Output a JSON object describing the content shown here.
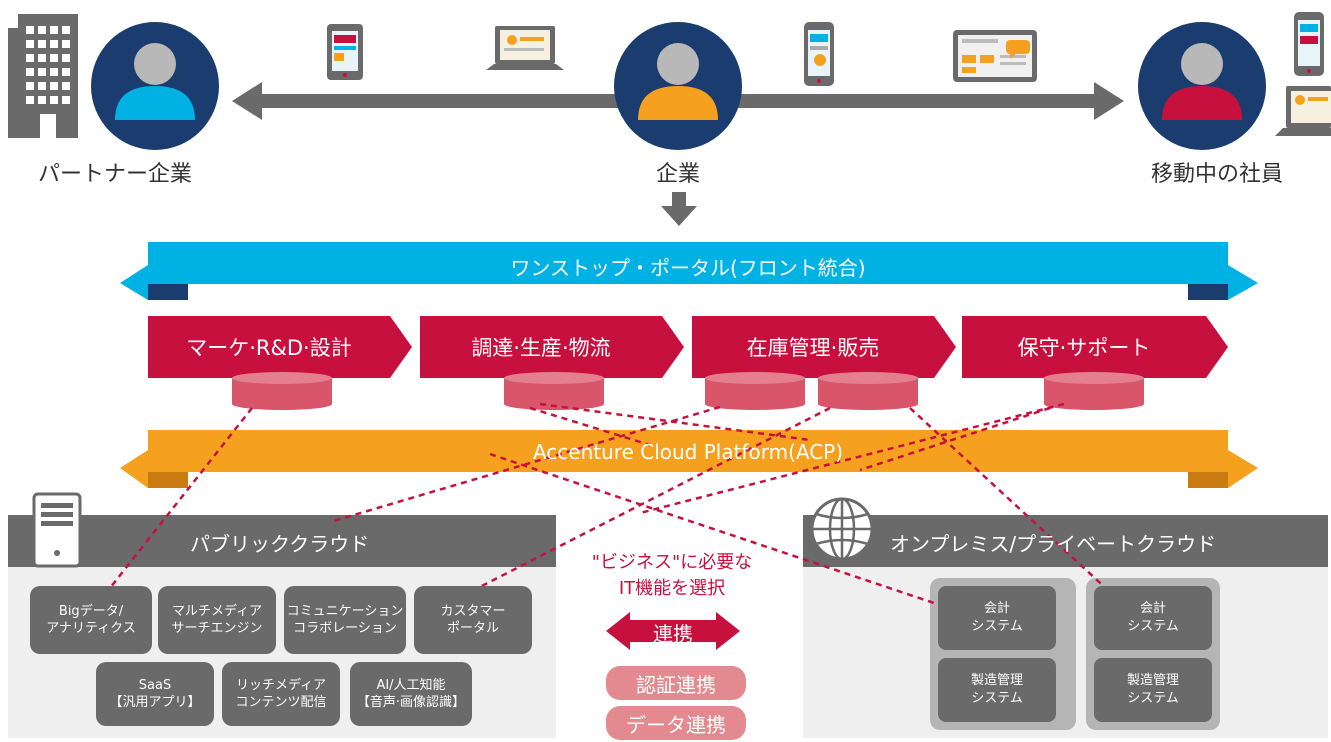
{
  "actors": {
    "partner": "パートナー企業",
    "company": "企業",
    "mobile": "移動中の社員"
  },
  "portal": {
    "label": "ワンストップ・ポータル(フロント統合)"
  },
  "processes": [
    "マーケ·R&D·設計",
    "調達·生産·物流",
    "在庫管理·販売",
    "保守·サポート"
  ],
  "platform": {
    "label": "Accenture Cloud Platform(ACP)"
  },
  "public_cloud": {
    "title": "パブリッククラウド",
    "services": [
      {
        "line1": "Bigデータ/",
        "line2": "アナリティクス"
      },
      {
        "line1": "マルチメディア",
        "line2": "サーチエンジン"
      },
      {
        "line1": "コミュニケーション",
        "line2": "コラボレーション"
      },
      {
        "line1": "カスタマー",
        "line2": "ポータル"
      },
      {
        "line1": "SaaS",
        "line2": "【汎用アプリ】"
      },
      {
        "line1": "リッチメディア",
        "line2": "コンテンツ配信"
      },
      {
        "line1": "AI/人工知能",
        "line2": "【音声·画像認識】"
      }
    ]
  },
  "center": {
    "line1": "\"ビジネス\"に必要な",
    "line2": "IT機能を選択",
    "link": "連携",
    "auth": "認証連携",
    "data": "データ連携"
  },
  "private_cloud": {
    "title": "オンプレミス/プライベートクラウド",
    "systems": [
      {
        "line1": "会計",
        "line2": "システム"
      },
      {
        "line1": "製造管理",
        "line2": "システム"
      },
      {
        "line1": "会計",
        "line2": "システム"
      },
      {
        "line1": "製造管理",
        "line2": "システム"
      }
    ]
  },
  "colors": {
    "navy": "#1b3c6e",
    "cyan": "#00b2e3",
    "orange": "#f5a01e",
    "crimson": "#c8103f",
    "drum": "#d9556a",
    "gray": "#6a6a6a",
    "link_pink": "#e28a8f"
  }
}
